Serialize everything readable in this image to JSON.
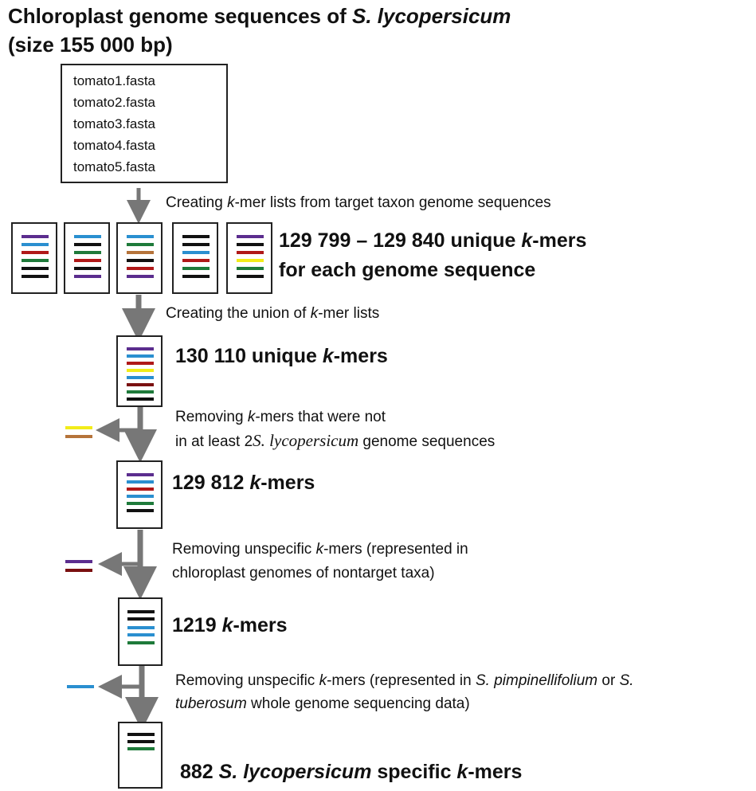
{
  "title": {
    "line1_pre": "Chloroplast genome sequences of ",
    "line1_italic": "S. lycopersicum",
    "line2": "(size 155 000 bp)"
  },
  "files": [
    "tomato1.fasta",
    "tomato2.fasta",
    "tomato3.fasta",
    "tomato4.fasta",
    "tomato5.fasta"
  ],
  "steps": {
    "s1": {
      "pre": "Creating ",
      "k": "k",
      "post": "-mer lists from target taxon genome sequences"
    },
    "s2": {
      "pre": "Creating the union of ",
      "k": "k",
      "post": "-mer lists"
    },
    "s3a": {
      "pre": "Removing ",
      "k": "k",
      "post": "-mers that were not"
    },
    "s3b": {
      "pre": " in at least 2",
      "sp": "S. lycopersicum",
      "post": " genome sequences"
    },
    "s4a": {
      "pre": "Removing unspecific ",
      "k": "k",
      "post": "-mers (represented in"
    },
    "s4b": " chloroplast genomes of nontarget taxa)",
    "s5a": {
      "pre": "Removing unspecific ",
      "k": "k",
      "post": "-mers (represented in ",
      "sp": "S. pimpinellifolium",
      "post2": " or ",
      "sp2": "S."
    },
    "s5b": {
      "sp": "tuberosum",
      "post": " whole genome sequencing data)"
    }
  },
  "results": {
    "r1a": {
      "pre": "129 799 – 129 840 unique ",
      "k": "k",
      "post": "-mers"
    },
    "r1b": "for each genome sequence",
    "r2": {
      "pre": "130 110 unique ",
      "k": "k",
      "post": "-mers"
    },
    "r3": {
      "pre": "129 812 ",
      "k": "k",
      "post": "-mers"
    },
    "r4": {
      "pre": "1219 ",
      "k": "k",
      "post": "-mers"
    },
    "r5": {
      "pre": "882 ",
      "sp": "S. lycopersicum",
      "mid": " specific ",
      "k": "k",
      "post": "-mers"
    }
  },
  "colors": {
    "purple": "#5b2d8e",
    "blue": "#2a8fd0",
    "red": "#b01818",
    "green": "#1e7a3a",
    "black": "#111111",
    "brown": "#b5733a",
    "yellow": "#f2ec1a",
    "darkred": "#7a1010",
    "arrow": "#777777"
  }
}
